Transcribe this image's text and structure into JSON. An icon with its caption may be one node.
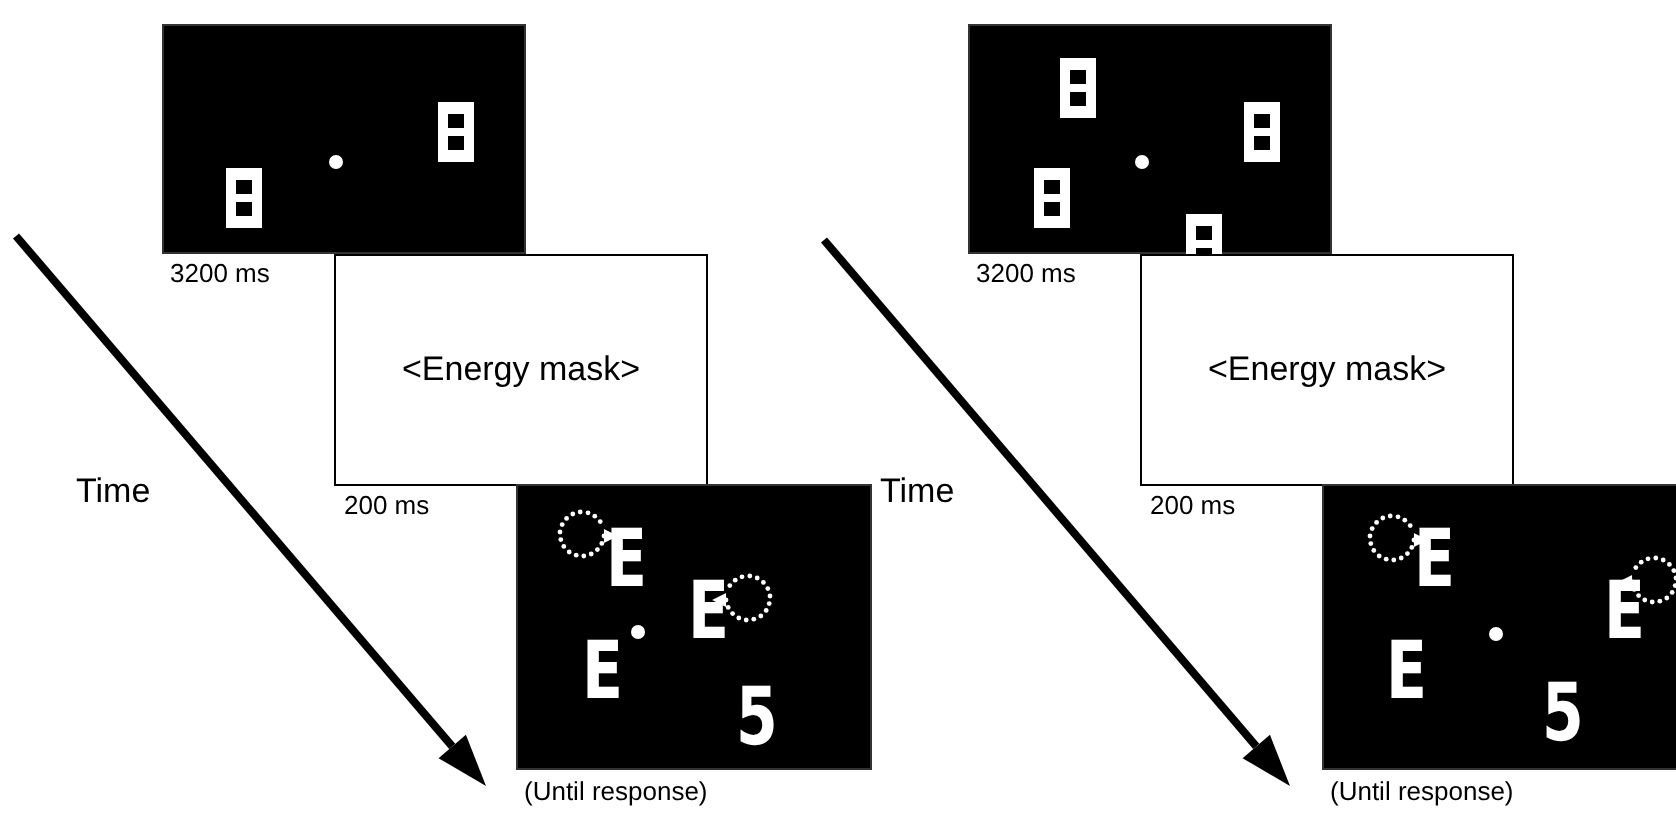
{
  "diagram": {
    "nodes": [
      {
        "text": [],
        "shape": "box",
        "beside": [
          "3200 ms"
        ]
      },
      {
        "text": [
          "<Energy mask>"
        ],
        "beside": [
          "200 ms"
        ]
      },
      {
        "text": [
          "E",
          "E",
          "E",
          "5"
        ],
        "beside": [
          "(Until response)"
        ]
      },
      {
        "text": [],
        "shape": "box",
        "beside": [
          "3200 ms"
        ]
      },
      {
        "text": [
          "<Energy mask>"
        ],
        "beside": [
          "200 ms"
        ]
      },
      {
        "text": [
          "E",
          "E",
          "E",
          "5"
        ],
        "beside": [
          "(Until response)"
        ]
      }
    ],
    "labels": [
      "Time",
      "Time"
    ]
  }
}
